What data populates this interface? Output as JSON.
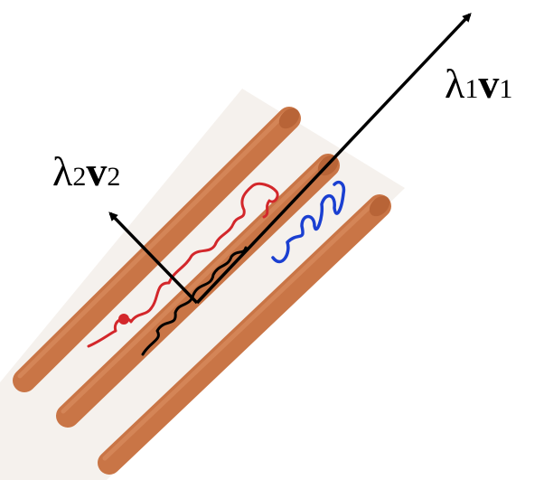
{
  "colors": {
    "background": "#ffffff",
    "shadow_panel": "#f3eeea",
    "rod": "#c97546",
    "rod_highlight": "#d98c5f",
    "rod_end": "#b86437",
    "arrow": "#000000",
    "chain_red": "#d3272b",
    "chain_blue": "#1a3fd1",
    "chain_black": "#000000"
  },
  "vectors": {
    "v1": {
      "lambda": "λ",
      "lambda_sub": "1",
      "vec": "v",
      "vec_sub": "1"
    },
    "v2": {
      "lambda": "λ",
      "lambda_sub": "2",
      "vec": "v",
      "vec_sub": "2"
    }
  }
}
